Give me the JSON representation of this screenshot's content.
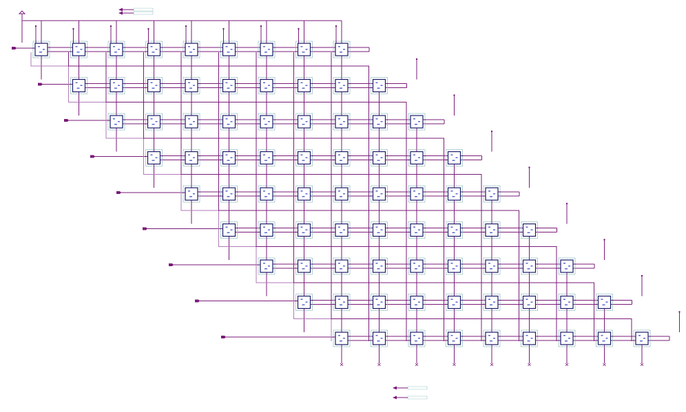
{
  "diagram": {
    "kind": "systolic-array-schematic",
    "rows": 9,
    "cols": 9,
    "colors": {
      "wire": "#7a1a78",
      "light_wire": "#b07ab8",
      "cell_border": "#1a1a6a",
      "cell_glyph": "#5a6ad0",
      "cell_dotted": "#3a8a8a"
    },
    "icons": {
      "cell": "processing-element-icon",
      "input_pin": "input-pin-icon",
      "output_pin": "output-pin-icon",
      "vcc": "power-supply-icon"
    }
  }
}
